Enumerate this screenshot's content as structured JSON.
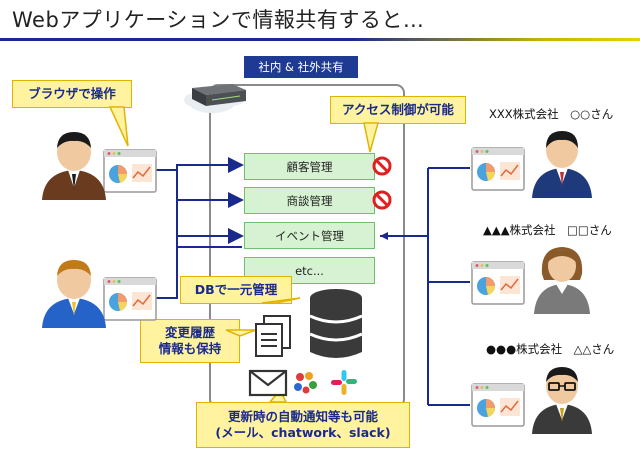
{
  "title": "Webアプリケーションで情報共有すると…",
  "platform": {
    "label": "社内 & 社外共有"
  },
  "modules": [
    {
      "label": "顧客管理",
      "restricted": true
    },
    {
      "label": "商談管理",
      "restricted": true
    },
    {
      "label": "イベント管理",
      "restricted": false
    },
    {
      "label": "etc...",
      "restricted": false
    }
  ],
  "callouts": {
    "browser_operation": "ブラウザで操作",
    "access_control": "アクセス制御が可能",
    "db_unified": "DBで一元管理",
    "history_line1": "変更履歴",
    "history_line2": "情報も保持",
    "notify_line1": "更新時の自動通知等も可能",
    "notify_line2": "(メール、chatwork、slack)"
  },
  "external_users": [
    {
      "label": "XXX株式会社　○○さん"
    },
    {
      "label": "▲▲▲株式会社　□□さん"
    },
    {
      "label": "●●●株式会社　△△さん"
    }
  ],
  "colors": {
    "accent_navy": "#1a2a8c",
    "callout_fill": "#fff3a0",
    "module_fill": "#d7f2d3",
    "block_icon": "#e02020"
  },
  "icons": [
    "server-icon",
    "cloud-icon",
    "database-icon",
    "documents-icon",
    "mail-icon",
    "slack-icon",
    "chatwork-icon",
    "no-entry-icon",
    "browser-window-icon",
    "user-avatar-icon"
  ]
}
